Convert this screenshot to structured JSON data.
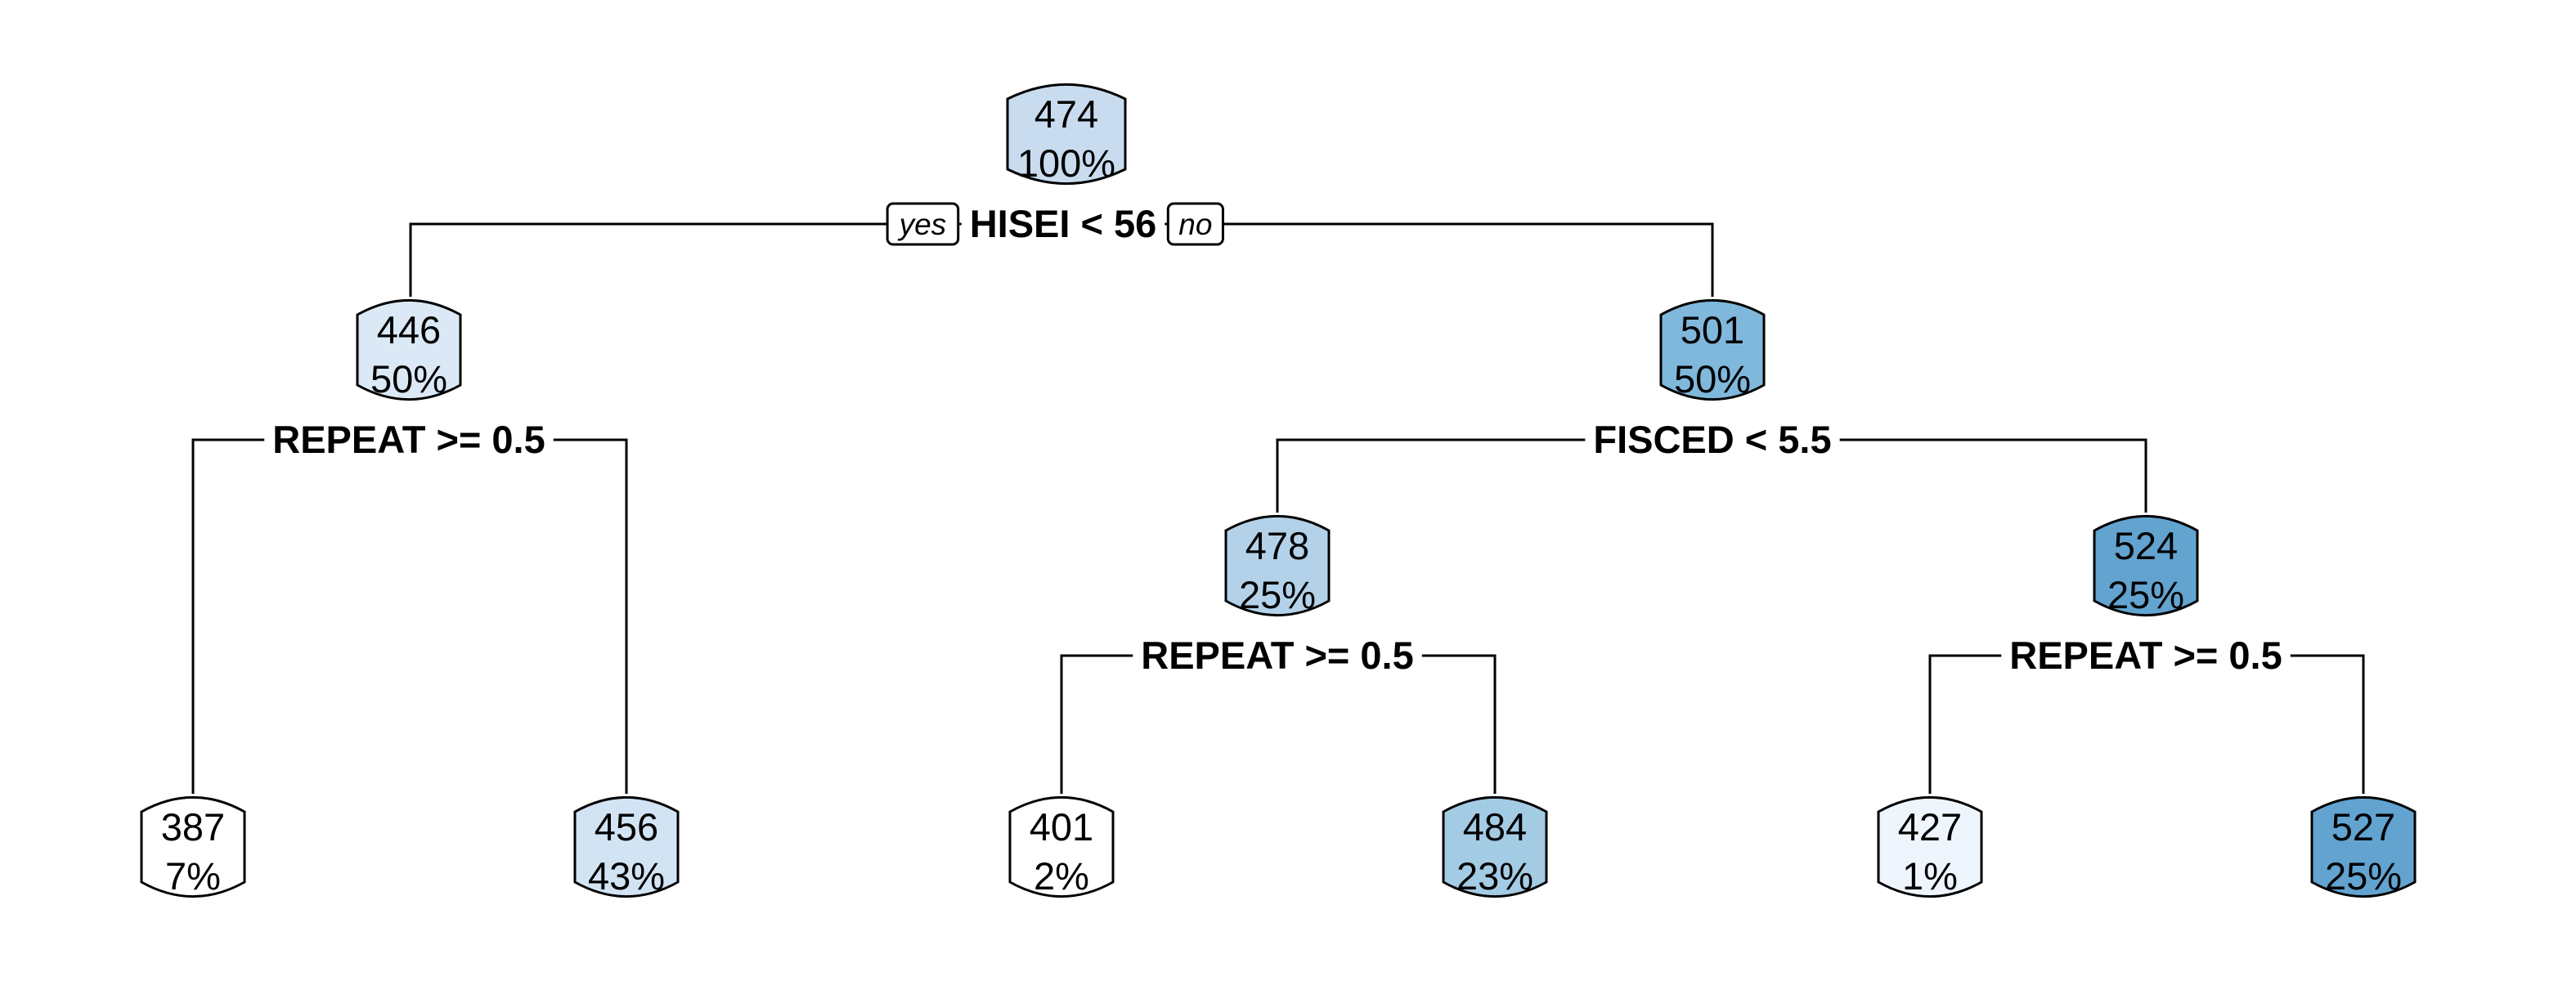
{
  "tree": {
    "nodes": [
      {
        "id": "root",
        "value": "474",
        "percent": "100%",
        "fill": "#c9dcef"
      },
      {
        "id": "n-l",
        "value": "446",
        "percent": "50%",
        "fill": "#dbe9f6"
      },
      {
        "id": "n-r",
        "value": "501",
        "percent": "50%",
        "fill": "#7fb8db"
      },
      {
        "id": "n-rl",
        "value": "478",
        "percent": "25%",
        "fill": "#b3d2e9"
      },
      {
        "id": "n-rr",
        "value": "524",
        "percent": "25%",
        "fill": "#62a3d0"
      },
      {
        "id": "leaf-ll",
        "value": "387",
        "percent": "7%",
        "fill": "#ffffff"
      },
      {
        "id": "leaf-lr",
        "value": "456",
        "percent": "43%",
        "fill": "#d2e3f3"
      },
      {
        "id": "leaf-rll",
        "value": "401",
        "percent": "2%",
        "fill": "#ffffff"
      },
      {
        "id": "leaf-rlr",
        "value": "484",
        "percent": "23%",
        "fill": "#a4cbe4"
      },
      {
        "id": "leaf-rrl",
        "value": "427",
        "percent": "1%",
        "fill": "#eef5fc"
      },
      {
        "id": "leaf-rrr",
        "value": "527",
        "percent": "25%",
        "fill": "#62a3d0"
      }
    ],
    "splits": [
      {
        "id": "split-root",
        "label": "HISEI < 56"
      },
      {
        "id": "split-l",
        "label": "REPEAT >= 0.5"
      },
      {
        "id": "split-r",
        "label": "FISCED < 5.5"
      },
      {
        "id": "split-rl",
        "label": "REPEAT >= 0.5"
      },
      {
        "id": "split-rr",
        "label": "REPEAT >= 0.5"
      }
    ],
    "yes_label": "yes",
    "no_label": "no"
  }
}
